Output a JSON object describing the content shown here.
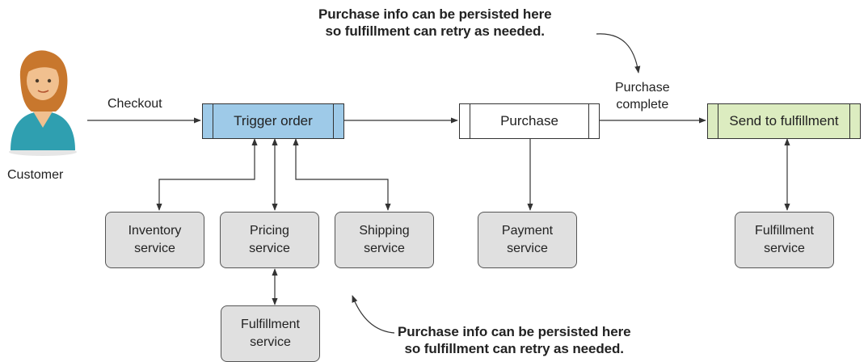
{
  "colors": {
    "trigger_fill": "#9ecae8",
    "fulfillment_fill": "#dcecc0",
    "service_fill": "#e0e0e0",
    "skin": "#f1c08f",
    "hair": "#c8772d",
    "shirt": "#2f9fb0"
  },
  "actor": {
    "icon": "customer-person-icon",
    "label": "Customer"
  },
  "edges": {
    "checkout": "Checkout",
    "purchase_complete_line1": "Purchase",
    "purchase_complete_line2": "complete"
  },
  "steps": {
    "trigger_order": "Trigger order",
    "purchase": "Purchase",
    "send_to_fulfillment": "Send to fulfillment"
  },
  "services": {
    "inventory": [
      "Inventory",
      "service"
    ],
    "pricing": [
      "Pricing",
      "service"
    ],
    "shipping": [
      "Shipping",
      "service"
    ],
    "payment": [
      "Payment",
      "service"
    ],
    "fulfillment_right": [
      "Fulfillment",
      "service"
    ],
    "fulfillment_bottom": [
      "Fulfillment",
      "service"
    ]
  },
  "notes": {
    "top": [
      "Purchase info can be persisted here",
      "so fulfillment can retry as needed."
    ],
    "bottom": [
      "Purchase info can be persisted here",
      "so fulfillment can retry as needed."
    ]
  }
}
